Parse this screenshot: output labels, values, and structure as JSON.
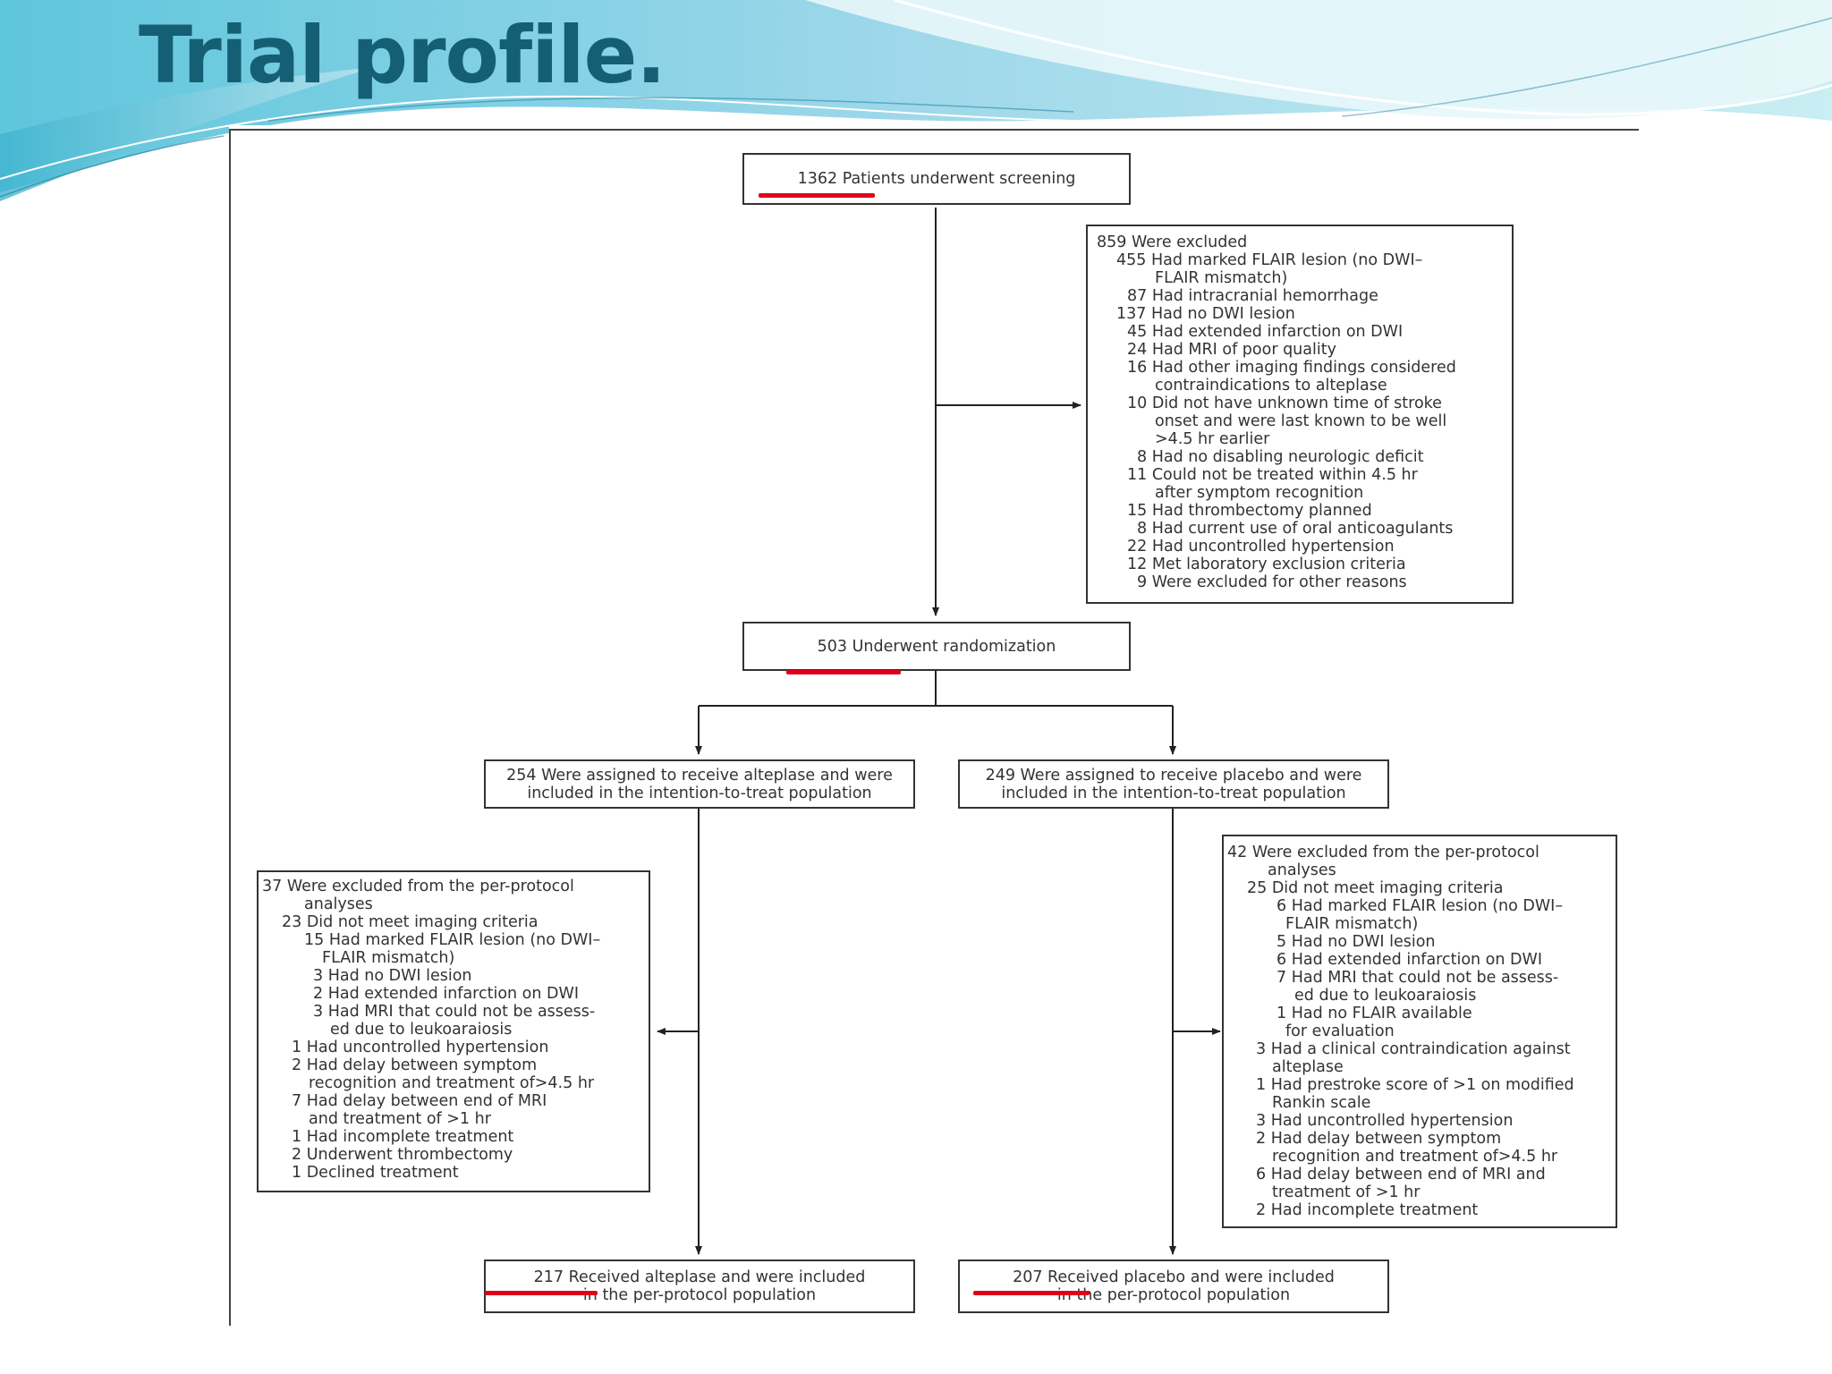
{
  "slide": {
    "title": "Trial profile."
  },
  "flow": {
    "screening": "1362 Patients underwent screening",
    "excluded": [
      "859 Were excluded",
      "455 Had marked FLAIR lesion (no DWI–",
      "FLAIR mismatch)",
      "87 Had intracranial hemorrhage",
      "137 Had no DWI lesion",
      "45 Had extended infarction on DWI",
      "24 Had MRI of poor quality",
      "16 Had other imaging findings considered",
      "contraindications to alteplase",
      "10 Did not have unknown time of stroke",
      "onset and were last known to be well",
      ">4.5 hr earlier",
      "8 Had no disabling neurologic deficit",
      "11 Could not be treated within 4.5 hr",
      "after symptom recognition",
      "15 Had thrombectomy planned",
      "8 Had current use of oral anticoagulants",
      "22 Had uncontrolled hypertension",
      "12 Met laboratory exclusion criteria",
      "9 Were excluded for other reasons"
    ],
    "randomization": "503 Underwent randomization",
    "alteplase_assigned": [
      "254 Were assigned to receive alteplase and were",
      "included in the intention-to-treat population"
    ],
    "placebo_assigned": [
      "249 Were assigned to receive placebo and were",
      "included in the intention-to-treat population"
    ],
    "alteplase_excluded": [
      "37 Were excluded from the per-protocol",
      "analyses",
      "23 Did not meet imaging criteria",
      "15 Had marked FLAIR lesion (no DWI–",
      "FLAIR mismatch)",
      "3 Had no DWI lesion",
      "2 Had extended infarction on DWI",
      "3 Had MRI that could not be assess-",
      "ed due to leukoaraiosis",
      "1 Had uncontrolled hypertension",
      "2 Had delay between symptom",
      "recognition and treatment of>4.5 hr",
      "7 Had delay between end of MRI",
      "and treatment of >1 hr",
      "1 Had incomplete treatment",
      "2 Underwent thrombectomy",
      "1 Declined treatment"
    ],
    "placebo_excluded": [
      "42 Were excluded from the per-protocol",
      "analyses",
      "25 Did not meet imaging criteria",
      "6 Had marked FLAIR lesion (no DWI–",
      "FLAIR mismatch)",
      "5 Had no DWI lesion",
      "6 Had extended infarction on DWI",
      "7 Had MRI that could not be assess-",
      "ed due to leukoaraiosis",
      "1 Had no FLAIR available",
      "for evaluation",
      "3 Had a clinical contraindication against",
      "alteplase",
      "1 Had prestroke score of >1 on modified",
      "Rankin scale",
      "3 Had uncontrolled hypertension",
      "2 Had delay between symptom",
      "recognition and treatment of>4.5 hr",
      "6 Had delay between end of MRI and",
      "treatment of >1 hr",
      "2 Had incomplete treatment"
    ],
    "alteplase_pp": [
      "217 Received alteplase and were included",
      "in the per-protocol population"
    ],
    "placebo_pp": [
      "207 Received placebo and were included",
      "in the per-protocol population"
    ]
  },
  "colors": {
    "title": "#155f74",
    "highlight": "#e0001a"
  }
}
